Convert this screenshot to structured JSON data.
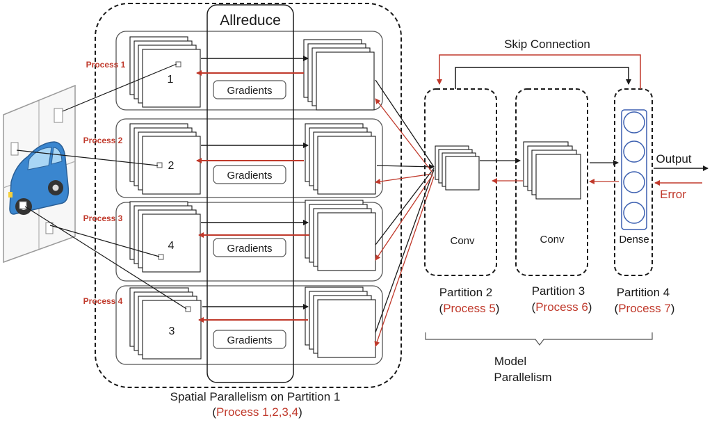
{
  "spatial": {
    "allreduce_label": "Allreduce",
    "title": "Spatial Parallelism on Partition 1",
    "open_paren": "(",
    "processes_text": "Process 1,2,3,4",
    "close_paren": ")"
  },
  "rows": [
    {
      "process_label": "Process 1",
      "tile_number": "1",
      "gradients_label": "Gradients"
    },
    {
      "process_label": "Process 2",
      "tile_number": "2",
      "gradients_label": "Gradients"
    },
    {
      "process_label": "Process 3",
      "tile_number": "4",
      "gradients_label": "Gradients"
    },
    {
      "process_label": "Process 4",
      "tile_number": "3",
      "gradients_label": "Gradients"
    }
  ],
  "partitions": [
    {
      "layer_label": "Conv",
      "partition_label": "Partition 2",
      "process_label": "Process 5"
    },
    {
      "layer_label": "Conv",
      "partition_label": "Partition 3",
      "process_label": "Process 6"
    },
    {
      "layer_label": "Dense",
      "partition_label": "Partition 4",
      "process_label": "Process 7"
    }
  ],
  "paren_open": "(",
  "paren_close": ")",
  "skip_connection_label": "Skip Connection",
  "output_label": "Output",
  "error_label": "Error",
  "model_parallelism_line1": "Model",
  "model_parallelism_line2": "Parallelism",
  "colors": {
    "forward": "#1a1a1a",
    "backward": "#c0392b",
    "car_body": "#3a86cf",
    "node_border": "#3b5fb0"
  }
}
